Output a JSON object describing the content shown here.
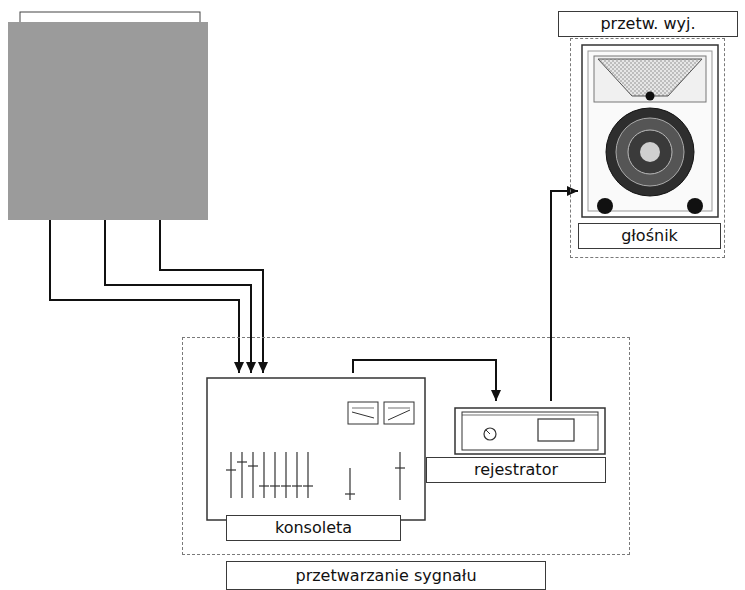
{
  "diagram": {
    "nodes": [
      {
        "text": []
      },
      {
        "text": [
          "przetw. wyj."
        ]
      },
      {
        "text": [
          "głośnik"
        ],
        "in": 1
      },
      {
        "text": [
          "przetwarzanie sygnału"
        ]
      },
      {
        "text": [
          "konsoleta"
        ],
        "in": 3
      },
      {
        "text": [
          "rejestrator"
        ],
        "in": 3
      }
    ],
    "edges": [
      {
        "from": 0,
        "to": 4,
        "arrow": "to"
      },
      {
        "from": 0,
        "to": 4,
        "arrow": "to"
      },
      {
        "from": 0,
        "to": 4,
        "arrow": "to"
      },
      {
        "from": 4,
        "to": 5,
        "arrow": "to"
      },
      {
        "from": 5,
        "to": 2,
        "arrow": "to"
      }
    ]
  }
}
